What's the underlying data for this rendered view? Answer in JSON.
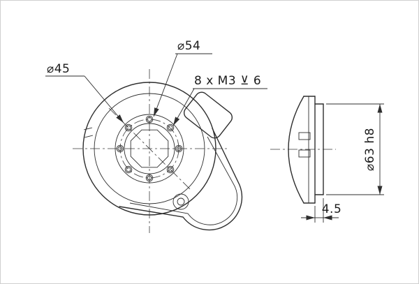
{
  "page": {
    "background": "#ffffff",
    "border_color": "#cfcfcf",
    "line_color": "#2e2e2e"
  },
  "drawing": {
    "type": "mechanical-part-technical-drawing",
    "views": {
      "front_view": "circular flange face with 8 tapped holes on a bolt circle",
      "side_view": "profile with flange pilot"
    },
    "labels": {
      "dia45": "⌀45",
      "dia54": "⌀54",
      "thread_note": "8 x M3 ⊻ 6",
      "dia63": "⌀63 h8",
      "thickness": "4.5"
    }
  }
}
